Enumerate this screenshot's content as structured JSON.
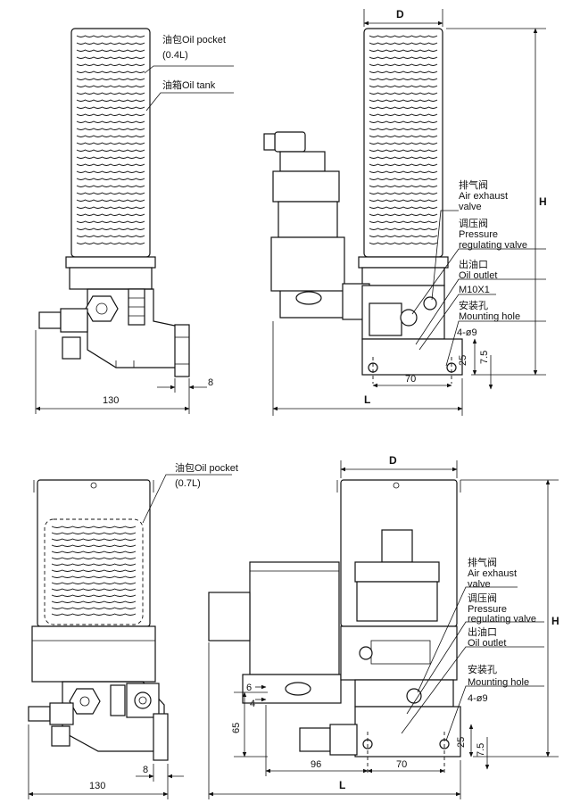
{
  "top_left": {
    "oil_pocket_1": "油包Oil pocket",
    "oil_pocket_2": "(0.4L)",
    "oil_tank": "油箱Oil tank",
    "dim_width": "130",
    "dim_flange": "8"
  },
  "top_right": {
    "dim_D": "D",
    "dim_H": "H",
    "dim_L": "L",
    "dim_70": "70",
    "dim_25": "25",
    "dim_7_5": "7.5",
    "air_exhaust_1": "排气阀",
    "air_exhaust_2": "Air exhaust",
    "air_exhaust_3": "valve",
    "pressure_1": "调压阀",
    "pressure_2": "Pressure",
    "pressure_3": "regulating valve",
    "oil_outlet_1": "出油口",
    "oil_outlet_2": "Oil outlet",
    "thread": "M10X1",
    "mounting_1": "安装孔",
    "mounting_2": "Mounting hole",
    "holes": "4-ø9"
  },
  "bottom_left": {
    "oil_pocket_1": "油包Oil pocket",
    "oil_pocket_2": "(0.7L)",
    "dim_width": "130",
    "dim_flange": "8"
  },
  "bottom_right": {
    "dim_D": "D",
    "dim_H": "H",
    "dim_L": "L",
    "dim_96": "96",
    "dim_70": "70",
    "dim_65": "65",
    "dim_6": "6",
    "dim_4": "4",
    "dim_25": "25",
    "dim_7_5": "7.5",
    "air_exhaust_1": "排气阀",
    "air_exhaust_2": "Air exhaust",
    "air_exhaust_3": "valve",
    "pressure_1": "调压阀",
    "pressure_2": "Pressure",
    "pressure_3": "regulating valve",
    "oil_outlet_1": "出油口",
    "oil_outlet_2": "Oil outlet",
    "mounting_1": "安装孔",
    "mounting_2": "Mounting hole",
    "holes": "4-ø9"
  }
}
